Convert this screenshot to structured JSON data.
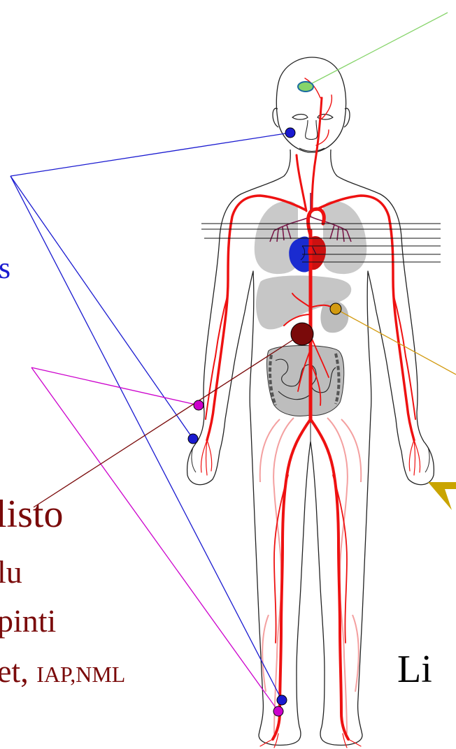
{
  "labels": {
    "blue_fragment": "s",
    "vasculitis_heading": "listo",
    "item_1": "lu",
    "item_2": "pinti",
    "item_3_main": "et, ",
    "item_3_small": "IAP,NML",
    "right_fragment": "Li"
  },
  "colors": {
    "background": "#ffffff",
    "artery": "#ee1111",
    "artery_faint": "#f4a0a0",
    "body_outline": "#222222",
    "lung": "#c8c8c8",
    "heart_blue": "#1a2bd0",
    "heart_red": "#cc1111",
    "line_blue": "#1a1ad0",
    "line_magenta": "#cc00cc",
    "line_darkred": "#7a0a0a",
    "line_gold": "#d29a10",
    "line_green": "#86d46a",
    "text_darkred": "#7a0a0a",
    "text_blue": "#1a1ad0",
    "text_gold": "#c9a400",
    "text_black": "#000000"
  },
  "markers": [
    {
      "name": "head-marker",
      "color": "green"
    },
    {
      "name": "temporal-marker",
      "color": "blue"
    },
    {
      "name": "wrist-blue-marker",
      "color": "blue"
    },
    {
      "name": "wrist-magenta-marker",
      "color": "magenta"
    },
    {
      "name": "aorta-marker",
      "color": "darkred"
    },
    {
      "name": "renal-marker",
      "color": "gold"
    },
    {
      "name": "ankle-blue-marker",
      "color": "blue"
    },
    {
      "name": "ankle-magenta-marker",
      "color": "magenta"
    }
  ]
}
